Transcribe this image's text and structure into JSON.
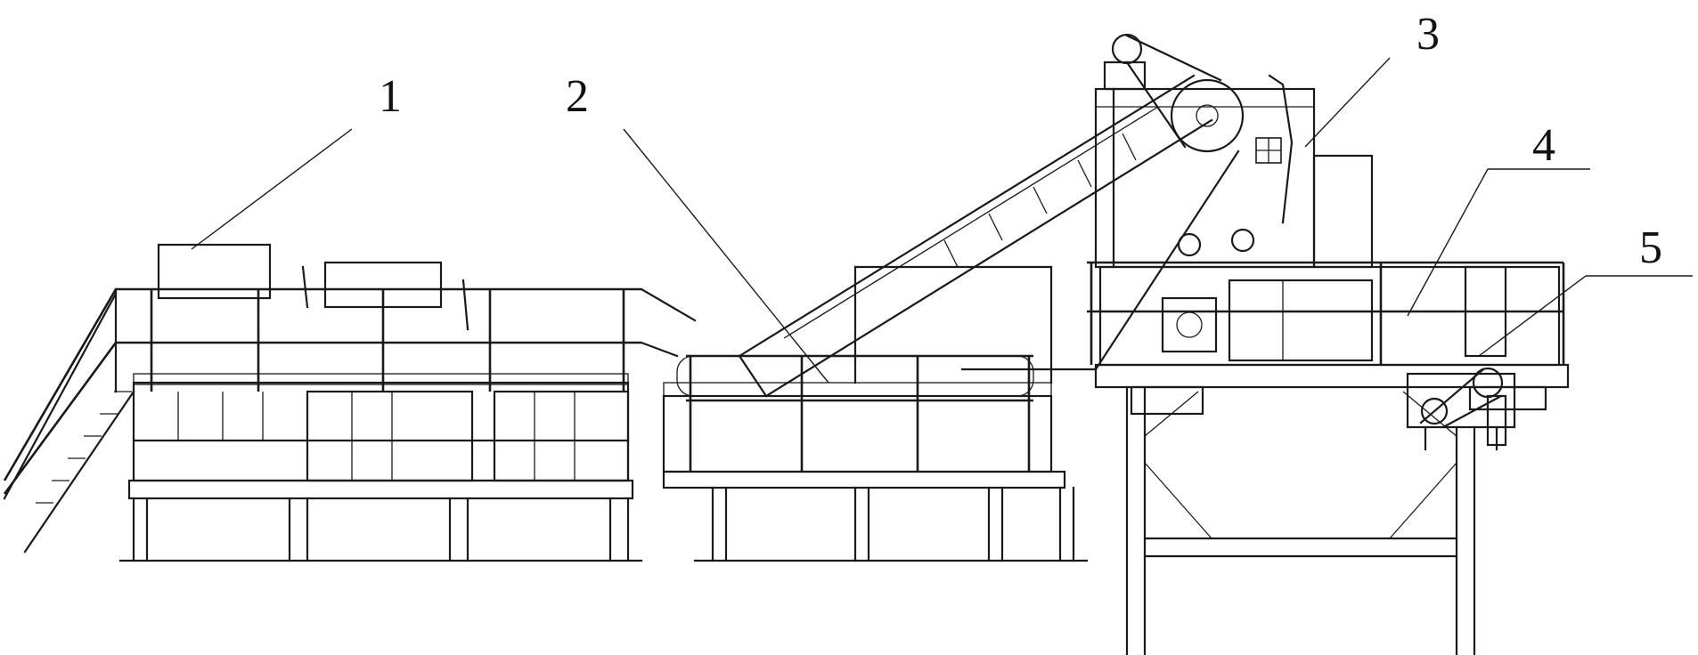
{
  "labels": [
    {
      "id": "1",
      "text": "1"
    },
    {
      "id": "2",
      "text": "2"
    },
    {
      "id": "3",
      "text": "3"
    },
    {
      "id": "4",
      "text": "4"
    },
    {
      "id": "5",
      "text": "5"
    }
  ],
  "colors": {
    "line": "#1a1a1a",
    "background": "#ffffff"
  }
}
